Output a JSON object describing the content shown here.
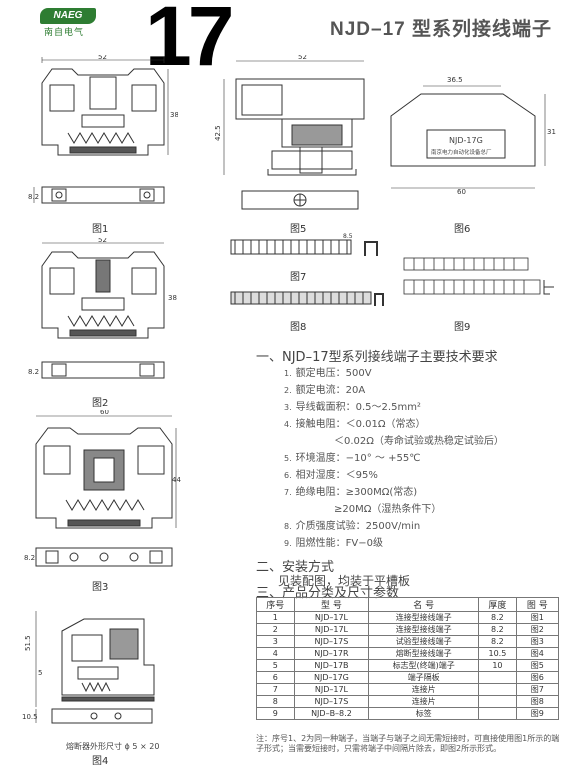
{
  "header": {
    "logo_text": "NAEG",
    "logo_sub": "南自电气",
    "model_number": "17",
    "title": "NJD–17 型系列接线端子"
  },
  "figures": {
    "fig1": "图1",
    "fig2": "图2",
    "fig3": "图3",
    "fig4": "图4",
    "fig5": "图5",
    "fig6": "图6",
    "fig7": "图7",
    "fig8": "图8",
    "fig9": "图9"
  },
  "dimensions": {
    "fig1_width": "52",
    "fig1_height": "38",
    "fig1_depth": "8.2",
    "fig2_width": "52",
    "fig2_height": "38",
    "fig2_depth": "8.2",
    "fig3_width": "60",
    "fig3_height": "44",
    "fig3_depth": "8.2",
    "fig4_height": "51.5",
    "fig4_a": "5",
    "fig4_b": "10.5",
    "fig5_width": "52",
    "fig5_height": "42.5",
    "fig6_top": "36.5",
    "fig6_height": "31",
    "fig6_width": "60",
    "fig7_dim": "8.5"
  },
  "fig6_plate": {
    "model": "NJD-17G",
    "maker": "南京电力自动化设备总厂"
  },
  "fig4_note": "熔断器外形尺寸 ϕ 5 × 20",
  "sections": {
    "s1": "一、NJD–17型系列接线端子主要技术要求",
    "s2": "二、安装方式",
    "s2_text": "见装配图，均装于平槽板",
    "s3": "三、产品分类及尺寸参数"
  },
  "specs": [
    {
      "n": "1.",
      "label": "额定电压：",
      "value": "500V"
    },
    {
      "n": "2.",
      "label": "额定电流：",
      "value": "20A"
    },
    {
      "n": "3.",
      "label": "导线截面积：",
      "value": "0.5～2.5mm²"
    },
    {
      "n": "4.",
      "label": "接触电阻：",
      "value": "＜0.01Ω（常态）"
    },
    {
      "n": "",
      "label": "",
      "value": "＜0.02Ω（寿命试验或热稳定试验后）"
    },
    {
      "n": "5.",
      "label": "环境温度：",
      "value": "−10° ～ +55℃"
    },
    {
      "n": "6.",
      "label": "相对湿度：",
      "value": "＜95%"
    },
    {
      "n": "7.",
      "label": "绝缘电阻：",
      "value": "≥300MΩ(常态)"
    },
    {
      "n": "",
      "label": "",
      "value": "≥20MΩ（湿热条件下）"
    },
    {
      "n": "8.",
      "label": "介质强度试验：",
      "value": "2500V/min"
    },
    {
      "n": "9.",
      "label": "阻燃性能：",
      "value": "FV−0级"
    }
  ],
  "table": {
    "headers": [
      "序号",
      "型 号",
      "名 号",
      "厚度",
      "图 号"
    ],
    "rows": [
      [
        "1",
        "NJD–17L",
        "连接型接线端子",
        "8.2",
        "图1"
      ],
      [
        "2",
        "NJD–17L",
        "连接型接线端子",
        "8.2",
        "图2"
      ],
      [
        "3",
        "NJD–17S",
        "试验型接线端子",
        "8.2",
        "图3"
      ],
      [
        "4",
        "NJD–17R",
        "熔断型接线端子",
        "10.5",
        "图4"
      ],
      [
        "5",
        "NJD–17B",
        "标志型(终端)端子",
        "10",
        "图5"
      ],
      [
        "6",
        "NJD–17G",
        "端子隔板",
        "",
        "图6"
      ],
      [
        "7",
        "NJD–17L",
        "连接片",
        "",
        "图7"
      ],
      [
        "8",
        "NJD–17S",
        "连接片",
        "",
        "图8"
      ],
      [
        "9",
        "NJD–B–8.2",
        "标签",
        "",
        "图9"
      ]
    ]
  },
  "note": "注：序号1、2为同一种端子，当端子与端子之间无需短接时，可直接使用图1所示的端子形式；当需要短接时，只需将端子中间隔片除去，即图2所示形式。"
}
